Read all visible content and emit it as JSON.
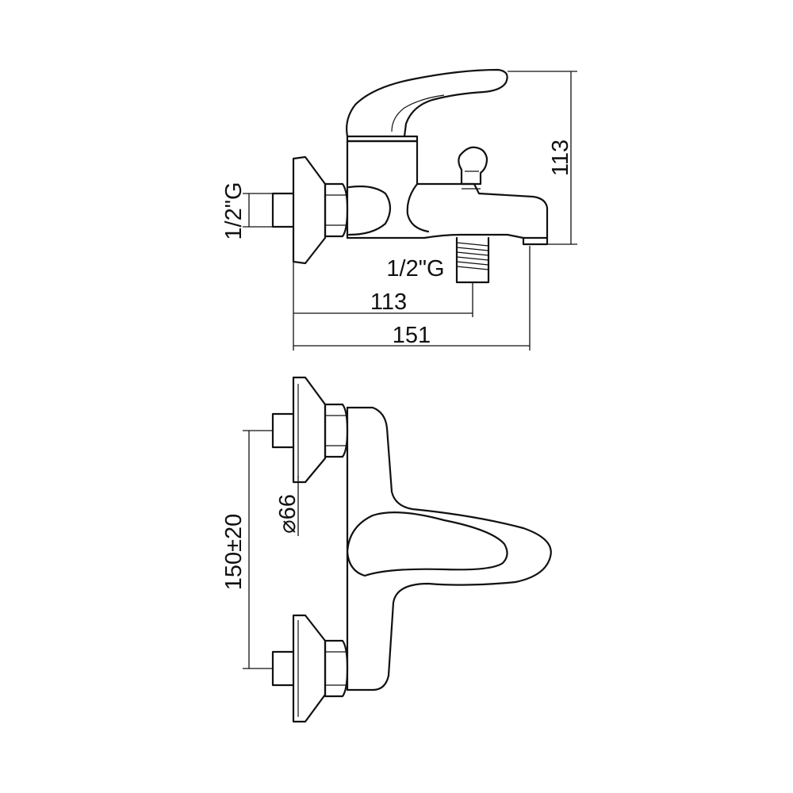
{
  "dimensions": {
    "overall_height": "113",
    "inlet_thread": "1/2\"G",
    "outlet_thread": "1/2\"G",
    "outlet_distance": "113",
    "overall_length": "151",
    "center_distance": "150±20",
    "flange_diameter": "⌀66"
  }
}
